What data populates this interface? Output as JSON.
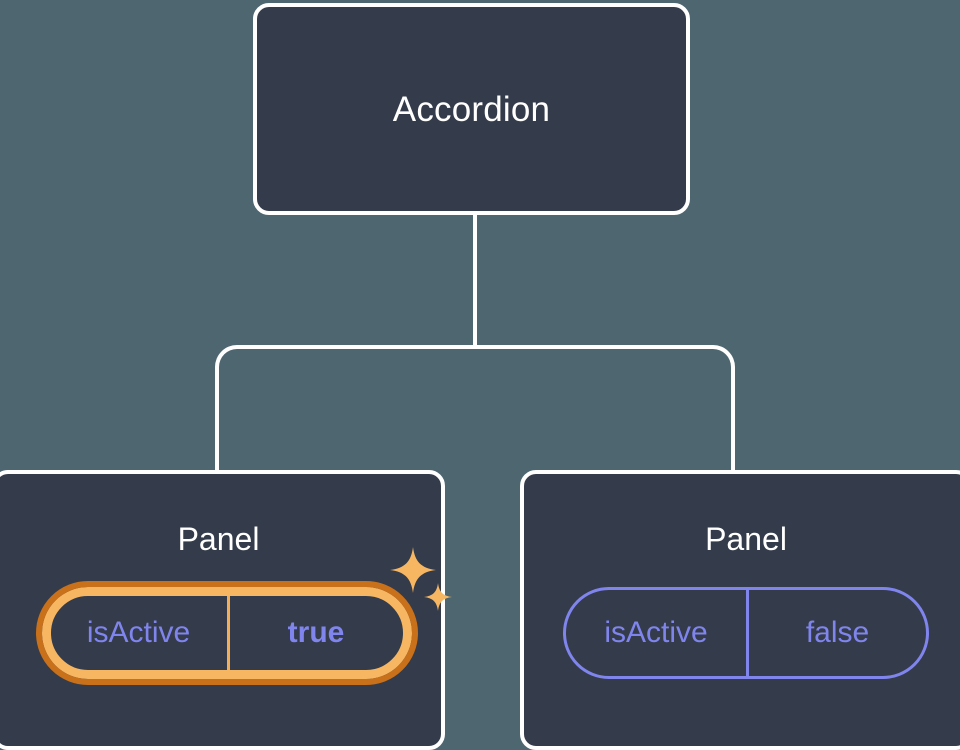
{
  "diagram": {
    "type": "component-tree",
    "background_color": "#4d6670",
    "node_fill_color": "#343b4a",
    "node_border_color": "#ffffff",
    "prop_text_color": "#8085ee",
    "highlight_outer_ring_color": "#c8701a",
    "highlight_inner_ring_color": "#f7b662",
    "sparkle_color": "#f7b662",
    "root": {
      "label": "Accordion"
    },
    "children": [
      {
        "label": "Panel",
        "highlighted": true,
        "prop": {
          "key": "isActive",
          "value": "true",
          "value_bold": true
        },
        "sparkle_icons": [
          "sparkle-large-icon",
          "sparkle-small-icon"
        ]
      },
      {
        "label": "Panel",
        "highlighted": false,
        "prop": {
          "key": "isActive",
          "value": "false",
          "value_bold": false
        },
        "sparkle_icons": []
      }
    ]
  }
}
